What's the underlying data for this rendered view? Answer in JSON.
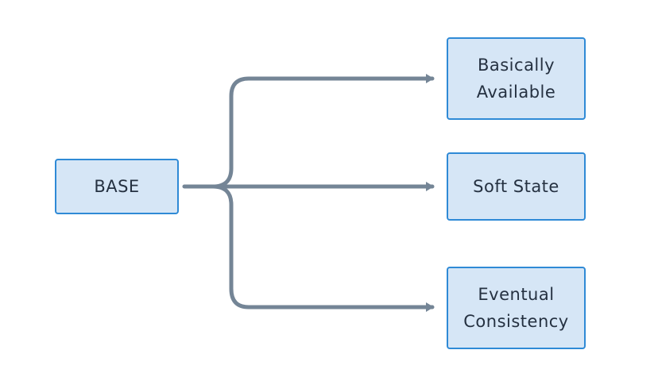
{
  "diagram": {
    "root": {
      "label": "BASE"
    },
    "children": [
      {
        "id": "basically-available",
        "label": "Basically\nAvailable"
      },
      {
        "id": "soft-state",
        "label": "Soft State"
      },
      {
        "id": "eventual-consistency",
        "label": "Eventual\nConsistency"
      }
    ],
    "colors": {
      "node_fill": "#d6e6f6",
      "node_border": "#2f8ad6",
      "text": "#253141",
      "connector": "#748596"
    }
  }
}
